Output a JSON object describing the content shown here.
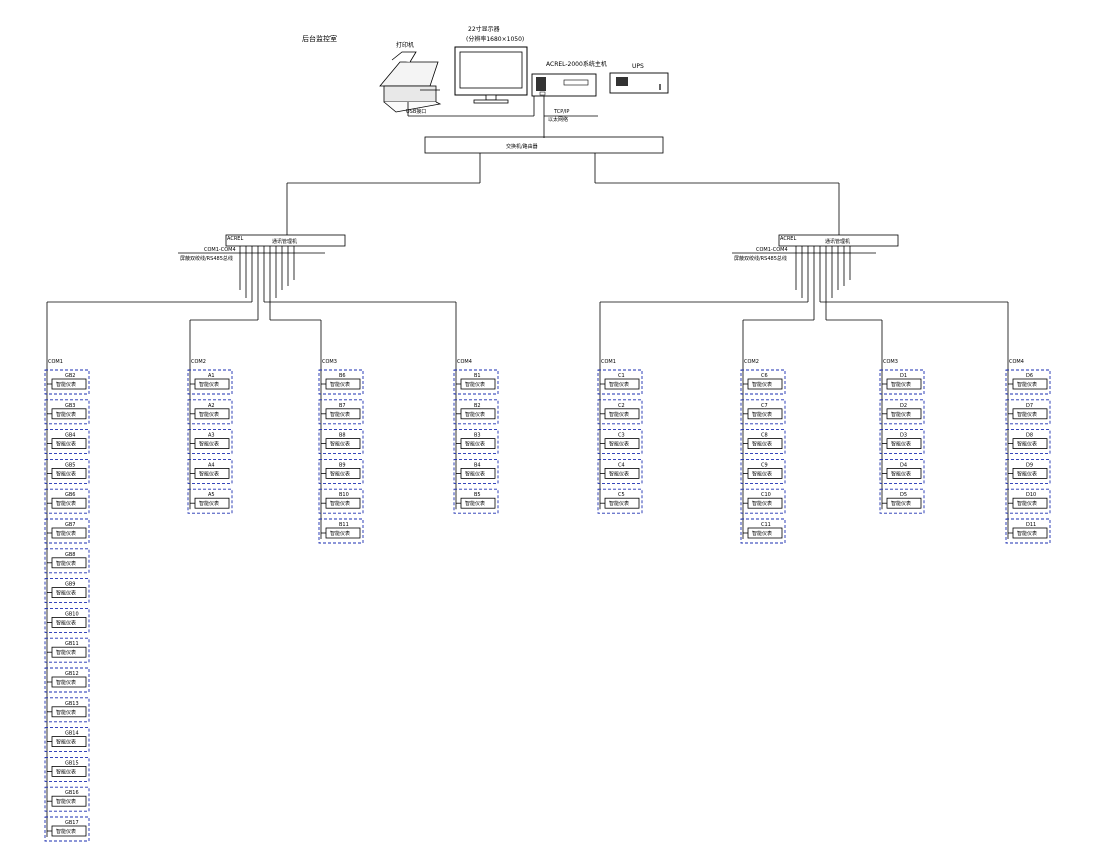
{
  "header": {
    "title": "后台监控室",
    "printer_label": "打印机",
    "monitor_label": "22寸显示器",
    "monitor_sub": "(分辨率1680×1050)",
    "host_label": "ACREL-2000系统主机",
    "ups_label": "UPS",
    "usb_label": "USB接口",
    "net_label1": "TCP/IP",
    "net_label2": "以太网络"
  },
  "switch": {
    "label": "交换机/路由器"
  },
  "converters": [
    {
      "label": "通讯管理机",
      "tag": "ACREL",
      "bus": "COM1-COM4",
      "line": "屏蔽双绞线/RS485总线"
    },
    {
      "label": "通讯管理机",
      "tag": "ACREL",
      "bus": "COM1-COM4",
      "line": "屏蔽双绞线/RS485总线"
    }
  ],
  "columns": [
    {
      "port": "COM1",
      "devices": [
        "GB2",
        "GB3",
        "GB4",
        "GB5",
        "GB6",
        "GB7",
        "GB8",
        "GB9",
        "GB10",
        "GB11",
        "GB12",
        "GB13",
        "GB14",
        "GB15",
        "GB16",
        "GB17"
      ]
    },
    {
      "port": "COM2",
      "devices": [
        "A1",
        "A2",
        "A3",
        "A4",
        "A5"
      ]
    },
    {
      "port": "COM3",
      "devices": [
        "B6",
        "B7",
        "B8",
        "B9",
        "B10",
        "B11"
      ]
    },
    {
      "port": "COM4",
      "devices": [
        "B1",
        "B2",
        "B3",
        "B4",
        "B5"
      ]
    },
    {
      "port": "COM1",
      "devices": [
        "C1",
        "C2",
        "C3",
        "C4",
        "C5"
      ]
    },
    {
      "port": "COM2",
      "devices": [
        "C6",
        "C7",
        "C8",
        "C9",
        "C10",
        "C11"
      ]
    },
    {
      "port": "COM3",
      "devices": [
        "D1",
        "D2",
        "D3",
        "D4",
        "D5"
      ]
    },
    {
      "port": "COM4",
      "devices": [
        "D6",
        "D7",
        "D8",
        "D9",
        "D10",
        "D11"
      ]
    }
  ],
  "device_label": "智能仪表",
  "colors": {
    "line": "#000000",
    "panel_border": "#1a2db0"
  }
}
